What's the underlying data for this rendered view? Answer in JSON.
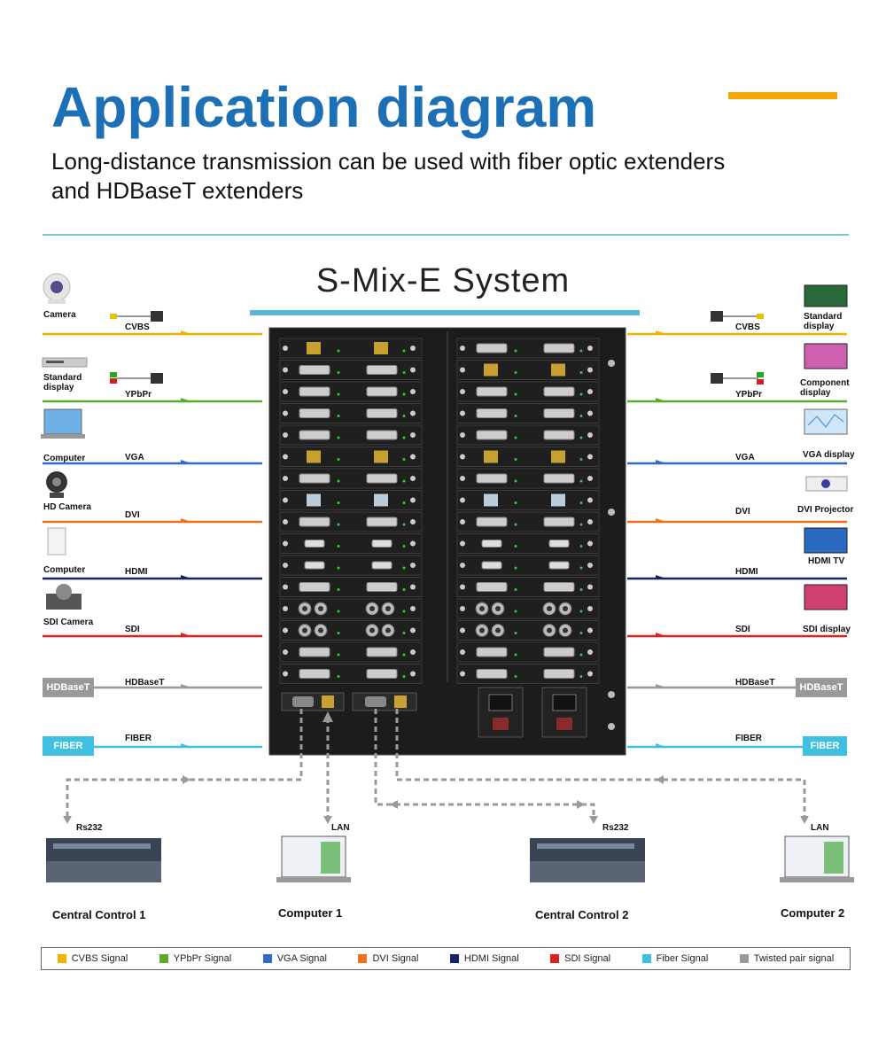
{
  "header": {
    "title": "Application diagram",
    "subtitle_line1": "Long-distance transmission can be used with fiber optic extenders",
    "subtitle_line2": "and HDBaseT extenders",
    "accent_color": "#f3a600",
    "title_color": "#1d6fb6"
  },
  "system": {
    "title": "S-Mix-E System"
  },
  "inputs": [
    {
      "device": "Camera",
      "signal": "CVBS",
      "color": "#f0b400"
    },
    {
      "device": "Standard display",
      "signal": "YPbPr",
      "color": "#5aac2e"
    },
    {
      "device": "Computer",
      "signal": "VGA",
      "color": "#2e6cc8"
    },
    {
      "device": "HD Camera",
      "signal": "DVI",
      "color": "#f07020"
    },
    {
      "device": "Computer",
      "signal": "HDMI",
      "color": "#14246a"
    },
    {
      "device": "SDI Camera",
      "signal": "SDI",
      "color": "#e02020"
    },
    {
      "device": "HDBaseT",
      "signal": "HDBaseT",
      "color": "#999999"
    },
    {
      "device": "FIBER",
      "signal": "FIBER",
      "color": "#40c0e0"
    }
  ],
  "outputs": [
    {
      "device": "Standard display",
      "signal": "CVBS",
      "color": "#f0b400"
    },
    {
      "device": "Component display",
      "signal": "YPbPr",
      "color": "#5aac2e"
    },
    {
      "device": "VGA display",
      "signal": "VGA",
      "color": "#2e6cc8"
    },
    {
      "device": "DVI Projector",
      "signal": "DVI",
      "color": "#f07020"
    },
    {
      "device": "HDMI TV",
      "signal": "HDMI",
      "color": "#14246a"
    },
    {
      "device": "SDI display",
      "signal": "SDI",
      "color": "#e02020"
    },
    {
      "device": "HDBaseT",
      "signal": "HDBaseT",
      "color": "#999999"
    },
    {
      "device": "FIBER",
      "signal": "FIBER",
      "color": "#40c0e0"
    }
  ],
  "control": {
    "rs232_1": "Rs232",
    "lan_1": "LAN",
    "rs232_2": "Rs232",
    "lan_2": "LAN",
    "central1": "Central Control 1",
    "computer1": "Computer 1",
    "central2": "Central Control 2",
    "computer2": "Computer 2"
  },
  "legend": [
    {
      "label": "CVBS Signal",
      "color": "#f0b400"
    },
    {
      "label": "YPbPr Signal",
      "color": "#5aac2e"
    },
    {
      "label": "VGA Signal",
      "color": "#2e6cc8"
    },
    {
      "label": "DVI Signal",
      "color": "#f07020"
    },
    {
      "label": "HDMI Signal",
      "color": "#14246a"
    },
    {
      "label": "SDI Signal",
      "color": "#e02020"
    },
    {
      "label": "Fiber Signal",
      "color": "#40c0e0"
    },
    {
      "label": "Twisted pair signal",
      "color": "#999999"
    }
  ]
}
